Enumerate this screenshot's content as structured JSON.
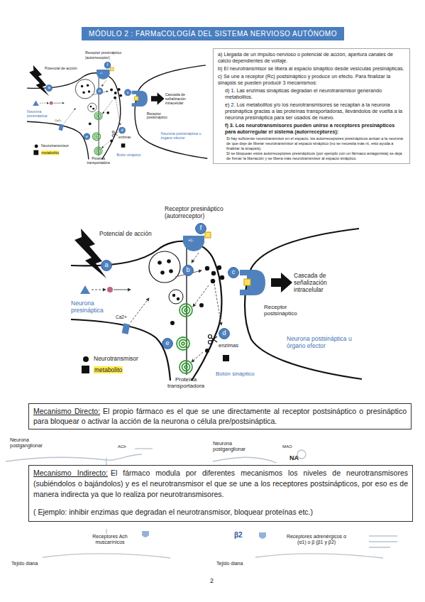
{
  "diagram": {
    "title": "MÓDULO 2 : FARMaCOLOGÍA DEL SISTEMA NERVIOSO AUTÓNOMO",
    "nodes": [
      {
        "text": [
          "a"
        ]
      },
      {
        "text": [
          "b"
        ]
      },
      {
        "text": [
          "c"
        ]
      },
      {
        "text": [
          "d"
        ]
      },
      {
        "text": [
          "e"
        ]
      },
      {
        "text": [
          "f"
        ]
      },
      {
        "text": [
          "a) Llegada de un impulso nervioso o potencial de acción, apertura canales de calcio dependientes de voltaje.",
          "b) El neurotransmisor se libera al espacio sináptico desde vesículas presinápticas.",
          "c) Se une a receptor (Rc) postsináptico y produce un efecto. Para finalizar la sinapsis se pueden producir 3 mecanismos:",
          "d) 1. Las enzimas sinápticas degradan el neurotransmisor generando metabolitos.",
          "e) 2. Los metabolitos y/o los neurotransmisores se recaptan a la neurona presináptica gracias a las proteínas transportadoras, llevándolos de vuelta a la neurona presináptica para ser usados de nuevo.",
          "f) 3. Los neurotransmisores pueden unirse a receptores presinápticos para autorregular el sistema (autorreceptores):",
          "Si hay suficiente neurotransmisor en el espacio, los autorreceptores presinápticos avisan a la neurona de que deje de liberar neurotransmisor al espacio sináptico (no se necesita más nt, esto ayuda a finalizar la sinapsis).",
          "Si se bloquean estos autorreceptores presinápticos (por ejemplo con un fármaco antagonista) se deja de frenar la liberación y se libera más neurotransmisor al espacio sináptico."
        ]
      },
      {
        "text": [
          "a"
        ]
      },
      {
        "text": [
          "b"
        ]
      },
      {
        "text": [
          "c"
        ]
      },
      {
        "text": [
          "d"
        ]
      },
      {
        "text": [
          "e"
        ]
      },
      {
        "text": [
          "f"
        ]
      },
      {
        "text": [
          "Mecanismo Directo:",
          "El propio fármaco es el que se une directamente al receptor postsináptico o presináptico para bloquear o activar la acción de la neurona o célula pre/postsináptica."
        ]
      },
      {
        "text": [
          "Mecanismo Indirecto:",
          "El fármaco modula por diferentes mecanismos los niveles de neurotransmisores (subiéndolos o bajándolos) y es el neurotransmisor el que se une a los receptores postsinápticos, por eso es de manera indirecta ya que lo realiza por neurotransmisores.",
          "( Ejemplo: inhibir enzimas que degradan el neurotransmisor, bloquear proteínas etc.)"
        ]
      }
    ],
    "labels": [
      "Receptor presináptico (autorreceptor)",
      "Potencial de acción",
      "+/-",
      "Neurona presináptica",
      "Ca2+",
      "Cascada de señalización intracelular",
      "Receptor postsináptico",
      "Neurona postsináptica u órgano efector",
      "enzimas",
      "Neurotransmisor",
      "metabolito",
      "Proteína transportadora",
      "Botón sináptico",
      "Receptor presináptico (autorreceptor)",
      "Potencial de acción",
      "+/-",
      "Neurona presináptica",
      "Ca2+",
      "Cascada de señalización intracelular",
      "Receptor postsináptico",
      "Neurona postsináptica u órgano efector",
      "enzimas",
      "Neurotransmisor",
      "metabolito",
      "Proteína transportadora",
      "Botón sináptico",
      "Neurona postganglionar",
      "ACh",
      "Neurona postganglionar",
      "MAO",
      "NA",
      "β2",
      "Receptores Ach muscarínicos",
      "Receptores adrenérgicos α (α1) o β (β1 y β2)",
      "Tejido diana",
      "Tejido diana",
      "2"
    ]
  }
}
